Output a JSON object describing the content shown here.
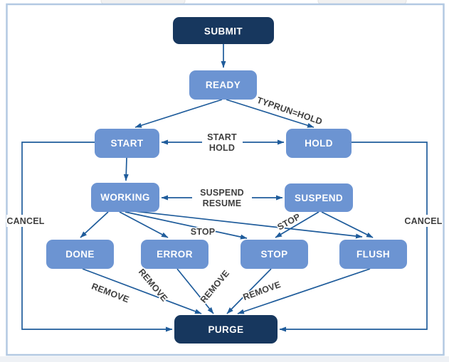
{
  "colors": {
    "node_dark": "#17375e",
    "node_light": "#6c94d2",
    "edge_line": "#1f5c9b",
    "edge_label": "#3f3f3f",
    "node_text": "#ffffff",
    "frame_border": "#b3c9e2"
  },
  "nodes": {
    "submit": {
      "label": "SUBMIT"
    },
    "ready": {
      "label": "READY"
    },
    "start": {
      "label": "START"
    },
    "hold": {
      "label": "HOLD"
    },
    "working": {
      "label": "WORKING"
    },
    "suspend": {
      "label": "SUSPEND"
    },
    "done": {
      "label": "DONE"
    },
    "error": {
      "label": "ERROR"
    },
    "stop": {
      "label": "STOP"
    },
    "flush": {
      "label": "FLUSH"
    },
    "purge": {
      "label": "PURGE"
    }
  },
  "edge_labels": {
    "typrun_hold": "TYPRUN=HOLD",
    "start_cmd": "START",
    "hold_cmd": "HOLD",
    "suspend_cmd": "SUSPEND",
    "resume_cmd": "RESUME",
    "stop_from_working": "STOP",
    "stop_from_suspend": "STOP",
    "remove_from_done": "REMOVE",
    "remove_from_error": "REMOVE",
    "remove_from_stop": "REMOVE",
    "remove_from_flush": "REMOVE",
    "cancel_left": "CANCEL",
    "cancel_right": "CANCEL"
  }
}
